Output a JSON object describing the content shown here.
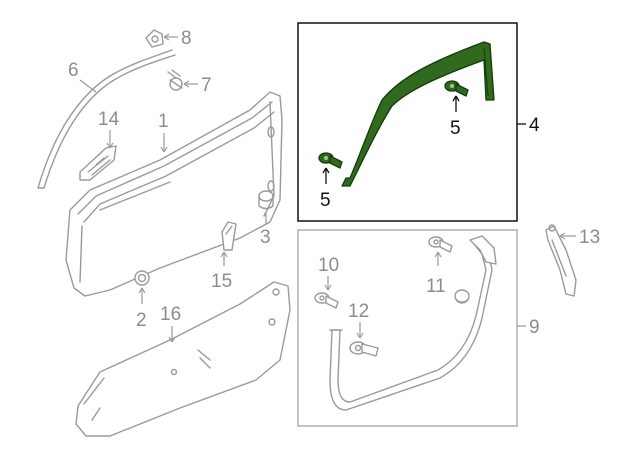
{
  "callouts": {
    "c1": "1",
    "c2": "2",
    "c3": "3",
    "c4": "4",
    "c5a": "5",
    "c5b": "5",
    "c6": "6",
    "c7": "7",
    "c8": "8",
    "c9": "9",
    "c10": "10",
    "c11": "11",
    "c12": "12",
    "c13": "13",
    "c14": "14",
    "c15": "15",
    "c16": "16"
  },
  "colors": {
    "highlight_part": "#2f6a1e",
    "highlight_outline": "#143a0c",
    "line_art": "#9a9a9a",
    "callout_text": "#8c8c8c",
    "inset_frame_dark": "#111111",
    "inset_frame_light": "#b0b0b0"
  }
}
